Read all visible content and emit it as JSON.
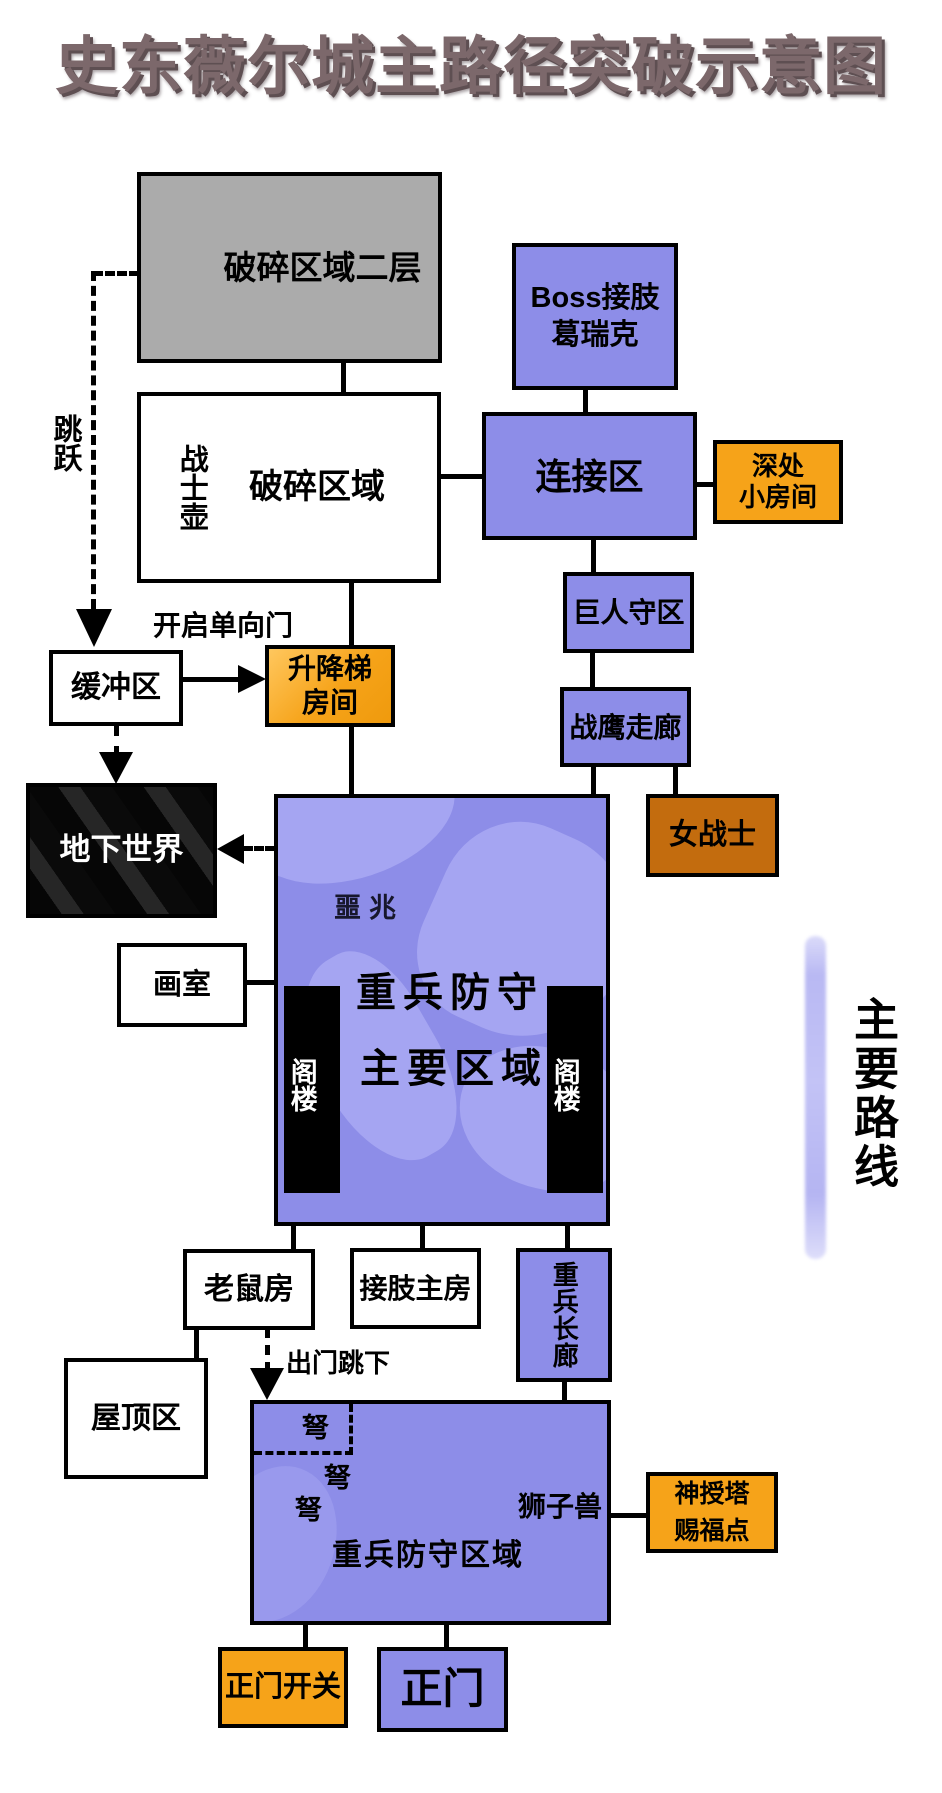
{
  "title": "史东薇尔城主路径突破示意图",
  "colors": {
    "node_blue": "#8d8de8",
    "node_orange": "#f6a319",
    "node_dark_orange": "#c36c0e",
    "node_gray": "#ababab",
    "watermark_blue": "#a9a9f3",
    "title_color": "#7c686b"
  },
  "nodes": {
    "broken_area_2f": "破碎区域二层",
    "warrior_jar": "战士壶",
    "broken_area": "破碎区域",
    "boss_line1": "Boss接肢",
    "boss_line2": "葛瑞克",
    "connect_area": "连接区",
    "deep_room_line1": "深处",
    "deep_room_line2": "小房间",
    "giant_guard": "巨人守区",
    "warhawk_corridor": "战鹰走廊",
    "female_warrior": "女战士",
    "buffer_zone": "缓冲区",
    "lift_room_line1": "升降梯",
    "lift_room_line2": "房间",
    "underground": "地下世界",
    "art_studio": "画室",
    "omen": "噩兆",
    "main_area_line1": "重兵防守",
    "main_area_line2": "主要区域",
    "attic": "阁楼",
    "rat_room": "老鼠房",
    "graft_main_room": "接肢主房",
    "heavy_corridor": "重兵长廊",
    "roof_area": "屋顶区",
    "crossbow": "弩",
    "lion_beast": "狮子兽",
    "heavy_defense_area": "重兵防守区域",
    "god_tower_line1": "神授塔",
    "god_tower_line2": "赐福点",
    "main_gate_switch": "正门开关",
    "main_gate": "正门"
  },
  "annotations": {
    "jump": "跳跃",
    "open_one_way_door": "开启单向门",
    "jump_out_door": "出门跳下",
    "main_route": "主要路线"
  }
}
